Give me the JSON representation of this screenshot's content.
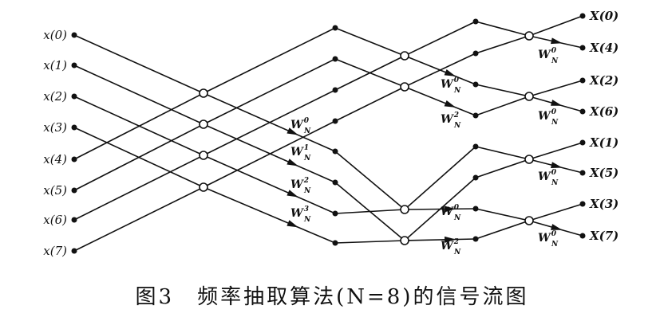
{
  "inputs": [
    "x(0)",
    "x(1)",
    "x(2)",
    "x(3)",
    "x(4)",
    "x(5)",
    "x(6)",
    "x(7)"
  ],
  "outputs": [
    "X(0)",
    "X(4)",
    "X(2)",
    "X(6)",
    "X(1)",
    "X(5)",
    "X(3)",
    "X(7)"
  ],
  "twiddle_base": "W",
  "twiddle_sub": "N",
  "stage1_exponents": [
    "0",
    "1",
    "2",
    "3"
  ],
  "stage2_exponents": [
    "0",
    "2",
    "0",
    "2"
  ],
  "stage3_exponents": [
    "0",
    "0",
    "0",
    "0"
  ],
  "caption": "图3　频率抽取算法(N=8)的信号流图"
}
